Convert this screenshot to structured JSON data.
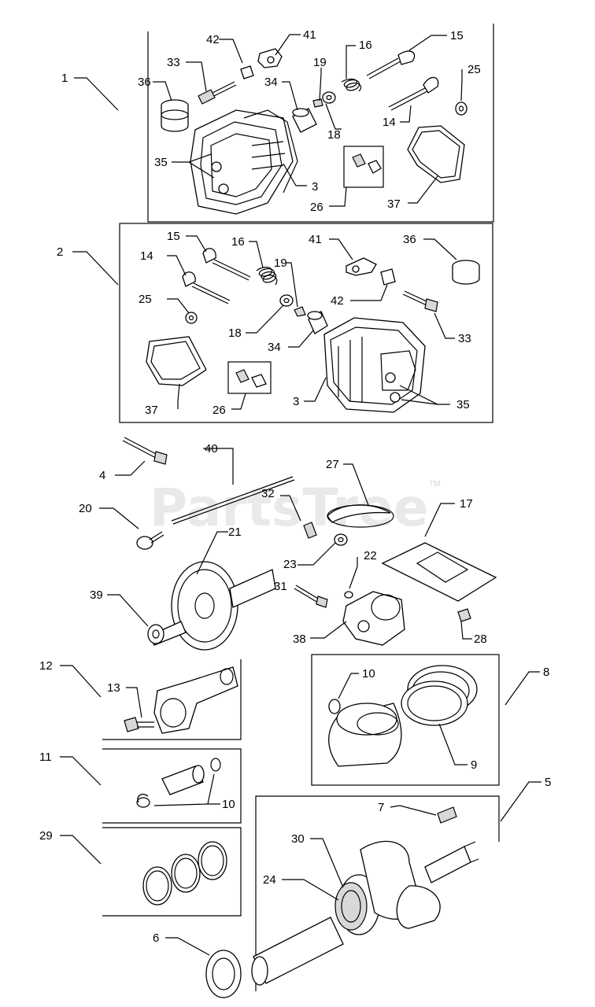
{
  "watermark": {
    "text": "PartsTree",
    "trademark": "TM"
  },
  "labels": {
    "l1": "1",
    "l2": "2",
    "l3a": "3",
    "l3b": "3",
    "l4": "4",
    "l5": "5",
    "l6": "6",
    "l7": "7",
    "l8": "8",
    "l9": "9",
    "l10a": "10",
    "l10b": "10",
    "l11": "11",
    "l12": "12",
    "l13": "13",
    "l14a": "14",
    "l14b": "14",
    "l15a": "15",
    "l15b": "15",
    "l16a": "16",
    "l16b": "16",
    "l17": "17",
    "l18a": "18",
    "l18b": "18",
    "l19a": "19",
    "l19b": "19",
    "l20": "20",
    "l21": "21",
    "l22": "22",
    "l23": "23",
    "l24": "24",
    "l25a": "25",
    "l25b": "25",
    "l26a": "26",
    "l26b": "26",
    "l27": "27",
    "l28": "28",
    "l29": "29",
    "l30": "30",
    "l31": "31",
    "l32": "32",
    "l33a": "33",
    "l33b": "33",
    "l34a": "34",
    "l34b": "34",
    "l35a": "35",
    "l35b": "35",
    "l36a": "36",
    "l36b": "36",
    "l37a": "37",
    "l37b": "37",
    "l38": "38",
    "l39": "39",
    "l40": "40",
    "l41a": "41",
    "l41b": "41",
    "l42a": "42",
    "l42b": "42"
  }
}
